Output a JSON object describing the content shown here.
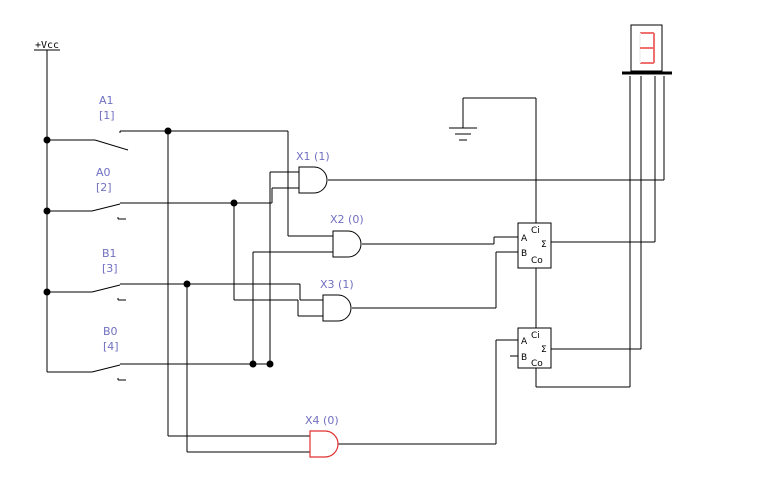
{
  "supply": {
    "label": "+Vcc"
  },
  "switches": [
    {
      "name": "A1",
      "key": "[1]"
    },
    {
      "name": "A0",
      "key": "[2]"
    },
    {
      "name": "B1",
      "key": "[3]"
    },
    {
      "name": "B0",
      "key": "[4]"
    }
  ],
  "gates": [
    {
      "label": "X1 (1)",
      "state": 1
    },
    {
      "label": "X2 (0)",
      "state": 0
    },
    {
      "label": "X3 (1)",
      "state": 1
    },
    {
      "label": "X4 (0)",
      "state": 0
    }
  ],
  "adders": [
    {
      "pins": {
        "ci": "Ci",
        "a": "A",
        "b": "B",
        "sum": "Σ",
        "co": "Co"
      }
    },
    {
      "pins": {
        "ci": "Ci",
        "a": "A",
        "b": "B",
        "sum": "Σ",
        "co": "Co"
      }
    }
  ],
  "display": {
    "value": "3",
    "segment_color": "#f07070"
  },
  "colors": {
    "wire": "#000000",
    "label": "#7070c0",
    "highlight": "#e03030"
  }
}
